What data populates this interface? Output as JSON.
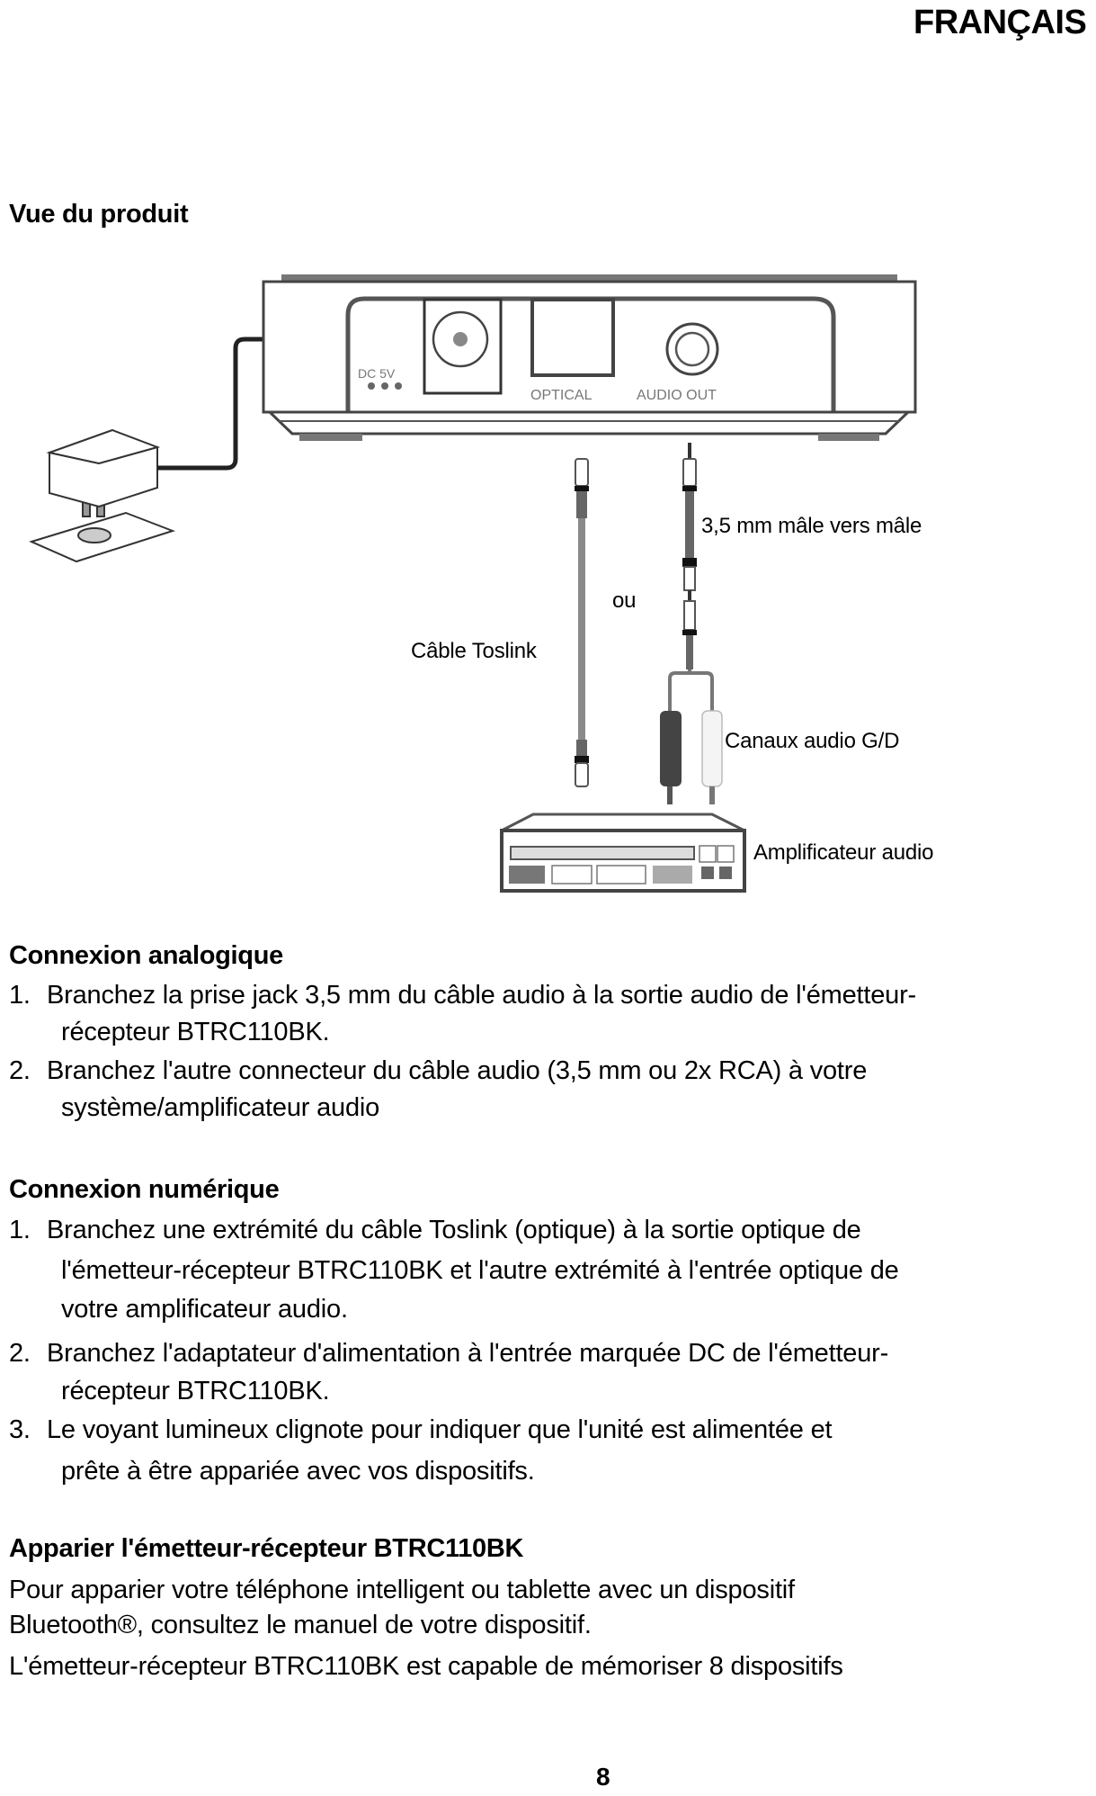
{
  "header": {
    "language": "FRANÇAIS"
  },
  "product_view": {
    "title": "Vue du produit",
    "device_labels": {
      "dc": "DC 5V",
      "optical": "OPTICAL",
      "audio_out": "AUDIO OUT"
    },
    "callouts": {
      "cable_35": "3,5 mm mâle vers mâle",
      "or": "ou",
      "toslink": "Câble Toslink",
      "lr_channels": "Canaux audio G/D",
      "amplifier": "Amplificateur audio"
    },
    "icons": [
      "power-adapter-icon",
      "transceiver-device-icon",
      "toslink-cable-icon",
      "audio-cable-35mm-icon",
      "rca-plugs-icon",
      "audio-amplifier-icon"
    ]
  },
  "analog": {
    "title": "Connexion analogique",
    "steps": [
      {
        "num": "1.",
        "lines": [
          "Branchez la prise jack 3,5 mm du câble audio à la sortie audio de l'émetteur-",
          "récepteur BTRC110BK."
        ]
      },
      {
        "num": "2.",
        "lines": [
          "Branchez l'autre connecteur du câble audio (3,5 mm ou 2x RCA) à votre",
          "système/amplificateur audio"
        ]
      }
    ]
  },
  "digital": {
    "title": "Connexion numérique",
    "steps": [
      {
        "num": "1.",
        "lines": [
          "Branchez une extrémité du câble Toslink (optique) à la sortie optique de",
          "l'émetteur-récepteur BTRC110BK et l'autre extrémité à l'entrée optique de",
          "votre amplificateur audio."
        ]
      },
      {
        "num": "2.",
        "lines": [
          "Branchez l'adaptateur d'alimentation à l'entrée marquée DC de l'émetteur-",
          "récepteur BTRC110BK."
        ]
      },
      {
        "num": "3.",
        "lines": [
          "Le voyant lumineux clignote pour indiquer que l'unité est alimentée et",
          "prête à être appariée avec vos dispositifs."
        ]
      }
    ]
  },
  "pairing": {
    "title": "Apparier l'émetteur-récepteur BTRC110BK",
    "lines": [
      "Pour apparier votre téléphone intelligent ou tablette avec un dispositif",
      "Bluetooth®, consultez le manuel de votre dispositif.",
      "L'émetteur-récepteur BTRC110BK est capable de mémoriser 8 dispositifs"
    ]
  },
  "footer": {
    "page_number": "8"
  },
  "colors": {
    "text": "#000000",
    "line_art": "#333333",
    "cable_gray": "#8a8a8a",
    "background": "#ffffff"
  }
}
